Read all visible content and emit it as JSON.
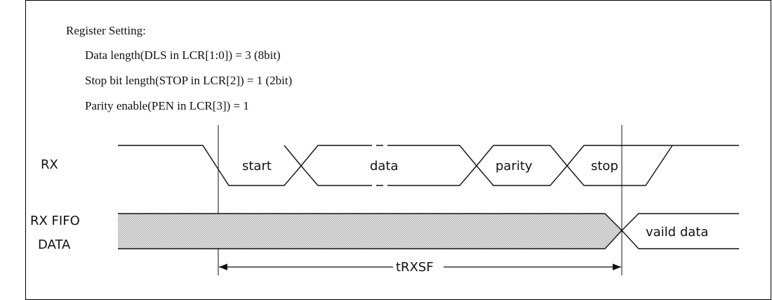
{
  "register": {
    "heading": "Register Setting:",
    "lines": [
      "Data length(DLS in LCR[1:0]) = 3 (8bit)",
      "Stop bit length(STOP in LCR[2]) = 1 (2bit)",
      "Parity enable(PEN in LCR[3]) = 1"
    ]
  },
  "signals": {
    "rx": {
      "label": "RX",
      "segments": [
        "start",
        "data",
        "parity",
        "stop"
      ]
    },
    "rx_fifo": {
      "label_line1": "RX FIFO",
      "label_line2": "DATA",
      "valid_label": "vaild data"
    }
  },
  "timing": {
    "label": "tRXSF"
  },
  "colors": {
    "line": "#111111",
    "hatch": "#c8c8c8",
    "border": "#000000"
  }
}
